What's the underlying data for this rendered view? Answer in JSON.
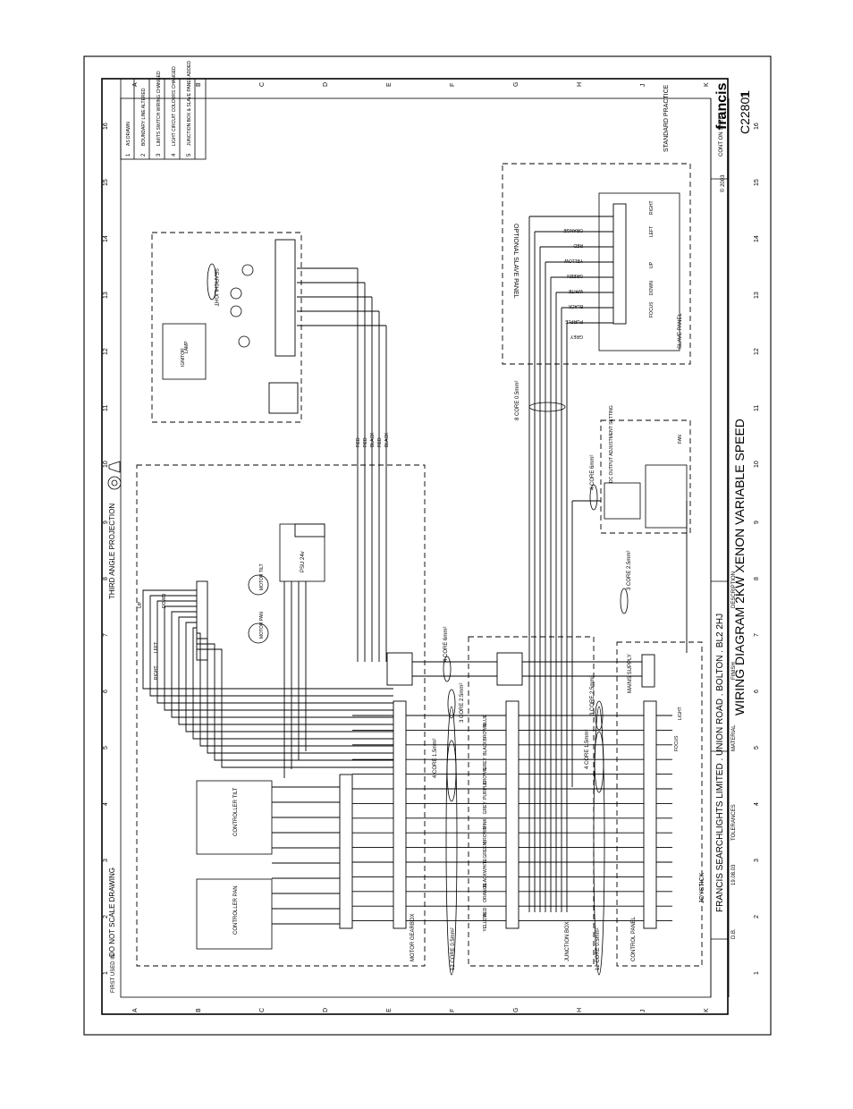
{
  "title_block": {
    "company": "FRANCIS SEARCHLIGHTS LIMITED . UNION ROAD . BOLTON . BL2 2HJ",
    "drawing_title": "WIRING DIAGRAM 2KW XENON VARIABLE SPEED",
    "drawing_number": "C22801",
    "sheet": "1",
    "cont_on_sheet": "CONT ON SHEET",
    "copyright": "© 2003",
    "brand": "francis",
    "standard_practice": "STANDARD PRACTICE",
    "do_not_scale": "DO NOT SCALE DRAWING",
    "projection": "THIRD ANGLE PROJECTION",
    "first_used_in": "FIRST USED IN",
    "material": "MATERIAL",
    "finish": "FINISH",
    "description": "DESCRIPTION",
    "drawn": "D.B.",
    "date": "19.08.03",
    "scale": "TOLERANCES"
  },
  "grid": {
    "columns": [
      "1",
      "2",
      "3",
      "4",
      "5",
      "6",
      "7",
      "8",
      "9",
      "10",
      "11",
      "12",
      "13",
      "14",
      "15",
      "16"
    ],
    "rows": [
      "A",
      "B",
      "C",
      "D",
      "E",
      "F",
      "G",
      "H",
      "J",
      "K"
    ]
  },
  "revisions": [
    {
      "no": "1",
      "text": "AS DRAWN"
    },
    {
      "no": "2",
      "text": "BOUNDARY LINE ALTERED"
    },
    {
      "no": "3",
      "text": "LIMITS SWITCH WIRING CHANGED"
    },
    {
      "no": "4",
      "text": "LIGHT CIRCUIT COLOURS CHANGED"
    },
    {
      "no": "5",
      "text": "JUNCTION BOX & SLAVE PANEL ADDED"
    }
  ],
  "panels": {
    "searchlight": "SEARCHLIGHT",
    "ignitor": "IGNITOR",
    "slave_panel": "OPTIONAL SLAVE PANEL",
    "slave_panel_inner": "SLAVE PANEL",
    "motor_gearbox": "MOTOR GEARBOX",
    "junction_box": "JUNCTION BOX",
    "control_panel": "CONTROL PANEL",
    "psu": "PSU 24v",
    "controller_tilt": "CONTROLLER TILT",
    "controller_pan": "CONTROLLER PAN",
    "dc_output": "DC OUTPUT ADJUSTMENT SETTING",
    "mains_supply": "MAINS SUPPLY",
    "joystick": "JOYSTICK",
    "motor_tilt": "MOTOR TILT",
    "motor_pan": "MOTOR PAN",
    "fan": "FAN",
    "focus": "FOCUS",
    "light": "LIGHT"
  },
  "cables": {
    "c8core": "8 CORE 0.5mm²",
    "c4core_1": "4 CORE 6mm²",
    "c4core_2": "4 CORE 6mm²",
    "c4core_3": "4 CORE 1.5mm²",
    "c4core_4": "4 CORE 1.5mm²",
    "c3core_1": "3 CORE 2.5mm²",
    "c3core_2": "3 CORE 2.5mm²",
    "c3core_3": "3 CORE 2.5mm²",
    "c12core_1": "12 CORE 0.5mm²",
    "c12core_2": "12 CORE 0.5mm²"
  },
  "wire_colours": [
    "BLUE",
    "BROWN",
    "BLACK",
    "GREY",
    "BROWN",
    "PURPLE",
    "GREY",
    "PINK",
    "BROWN",
    "GREEN",
    "WHITE",
    "BLACK",
    "ORANGE",
    "RED",
    "YELLOW"
  ],
  "slave_colours": [
    "ORANGE",
    "RED",
    "YELLOW",
    "GREEN",
    "WHITE",
    "BLACK",
    "PURPLE",
    "GREY"
  ],
  "lamp_colours": [
    "RED",
    "RED",
    "BLACK",
    "RED",
    "BLACK"
  ],
  "switch_labels": {
    "right": "RIGHT",
    "left": "LEFT",
    "up": "UP",
    "down": "DOWN",
    "focus": "FOCUS",
    "lamp": "LAMP"
  }
}
